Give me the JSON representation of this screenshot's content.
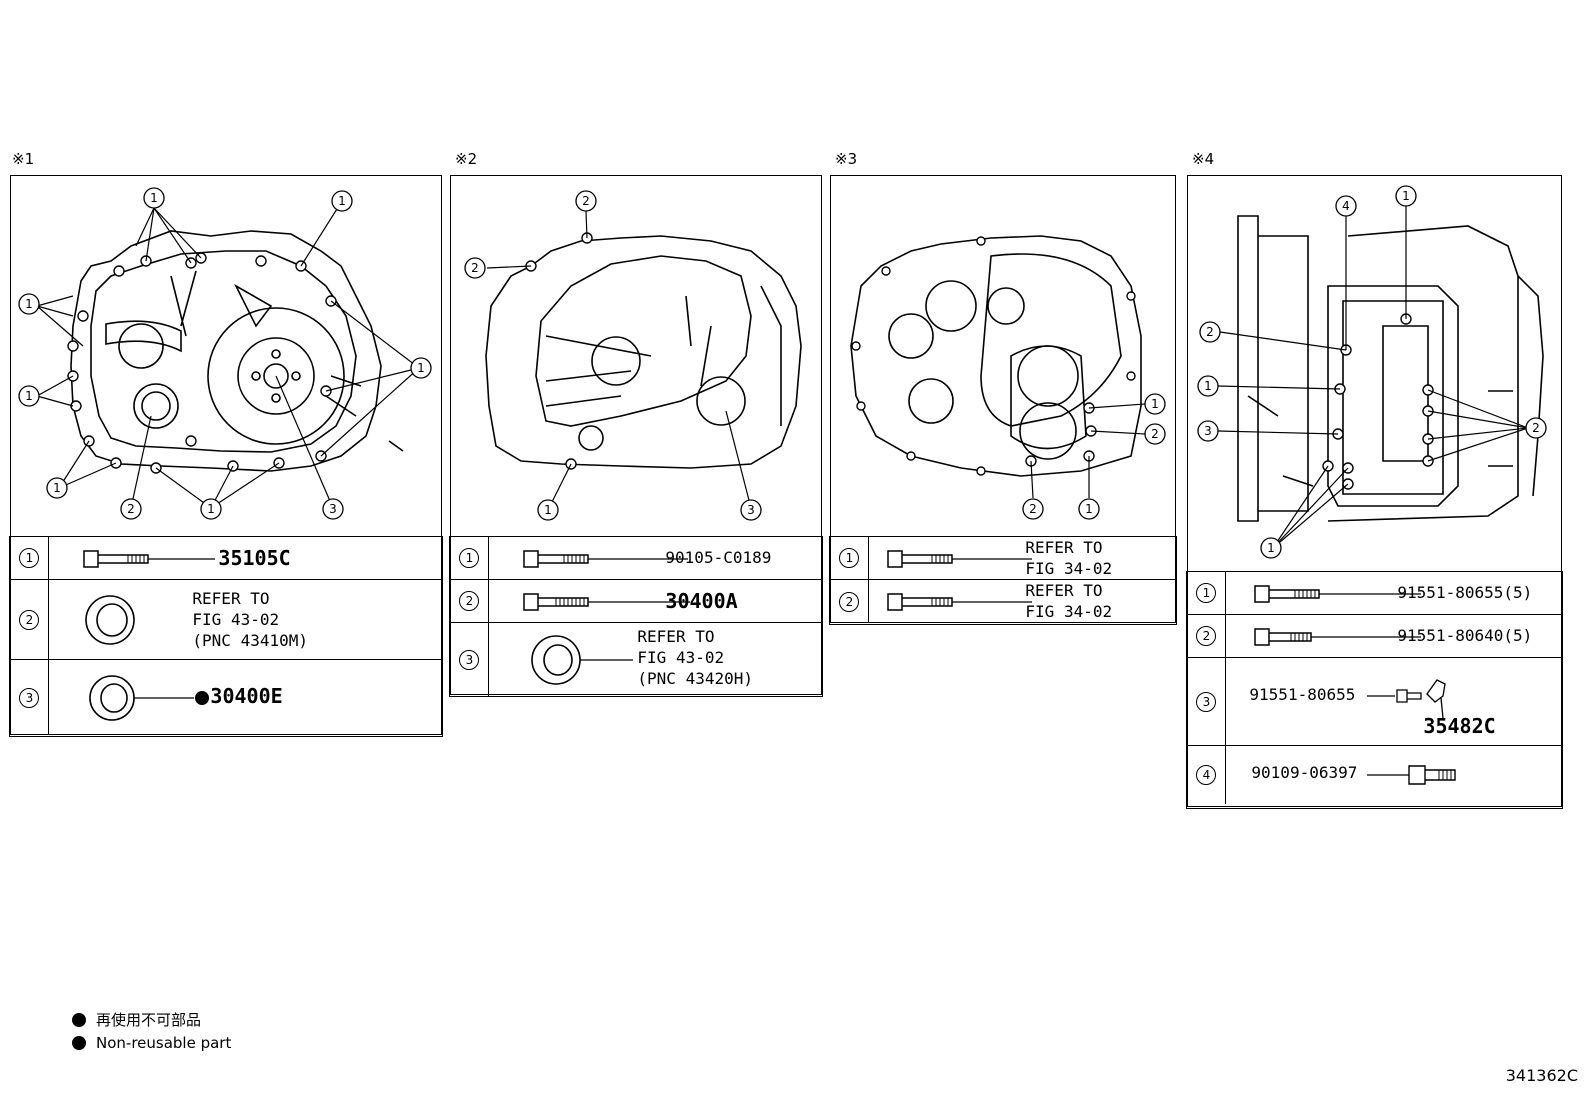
{
  "panels": [
    {
      "label": "※1",
      "rows": [
        {
          "num": "1",
          "part": "35105C"
        },
        {
          "num": "2",
          "ref_lines": [
            "REFER TO",
            "FIG 43-02",
            "(PNC 43410M)"
          ]
        },
        {
          "num": "3",
          "part": "30400E"
        }
      ]
    },
    {
      "label": "※2",
      "rows": [
        {
          "num": "1",
          "part": "90105-C0189"
        },
        {
          "num": "2",
          "part": "30400A"
        },
        {
          "num": "3",
          "ref_lines": [
            "REFER TO",
            "FIG 43-02",
            "(PNC 43420H)"
          ]
        }
      ]
    },
    {
      "label": "※3",
      "rows": [
        {
          "num": "1",
          "ref_lines": [
            "REFER TO",
            "FIG 34-02"
          ]
        },
        {
          "num": "2",
          "ref_lines": [
            "REFER TO",
            "FIG 34-02"
          ]
        }
      ]
    },
    {
      "label": "※4",
      "rows": [
        {
          "num": "1",
          "part": "91551-80655(5)"
        },
        {
          "num": "2",
          "part": "91551-80640(5)"
        },
        {
          "num": "3",
          "part": "91551-80655",
          "part2": "35482C"
        },
        {
          "num": "4",
          "part": "90109-06397"
        }
      ]
    }
  ],
  "callouts": {
    "p1": [
      "1",
      "1",
      "1",
      "1",
      "1",
      "1",
      "2",
      "3"
    ],
    "p2": [
      "2",
      "2",
      "1",
      "3"
    ],
    "p3": [
      "1",
      "2",
      "2",
      "1"
    ],
    "p4": [
      "4",
      "1",
      "2",
      "1",
      "3",
      "2",
      "1"
    ]
  },
  "legend": {
    "line1": "再使用不可部品",
    "line2": "Non-reusable part"
  },
  "figure_id": "341362C"
}
